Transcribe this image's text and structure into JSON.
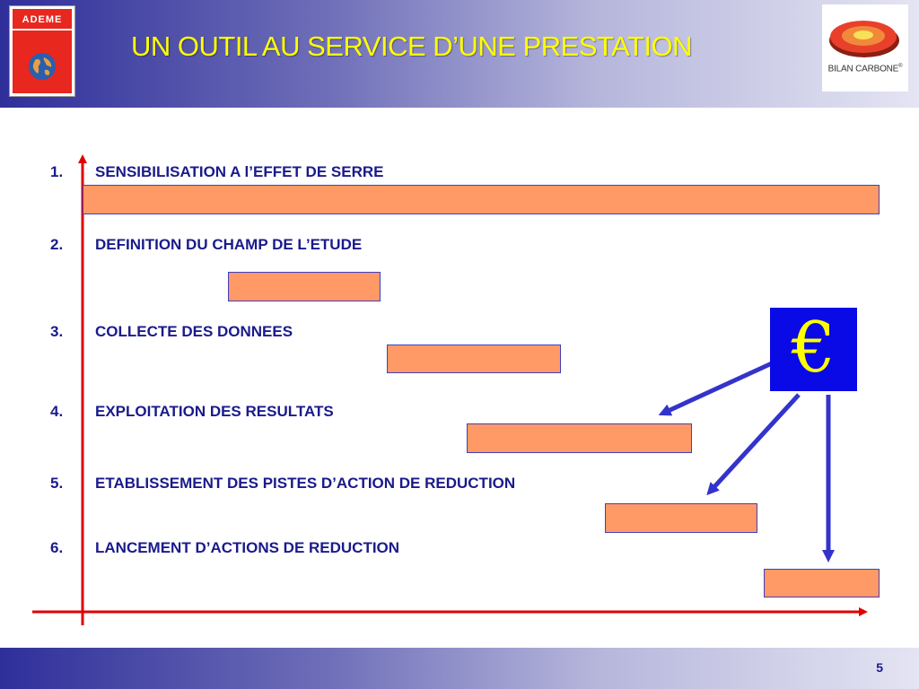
{
  "header": {
    "title": "UN OUTIL AU SERVICE D’UNE PRESTATION",
    "left_logo": {
      "text": "ADEME",
      "icon": "globe-icon"
    },
    "right_logo": {
      "text": "BILAN CARBONE",
      "mark": "®"
    }
  },
  "steps": [
    {
      "number": "1.",
      "label": "SENSIBILISATION A l’EFFET DE SERRE"
    },
    {
      "number": "2.",
      "label": "DEFINITION DU CHAMP DE L’ETUDE"
    },
    {
      "number": "3.",
      "label": "COLLECTE DES DONNEES"
    },
    {
      "number": "4.",
      "label": "EXPLOITATION DES RESULTATS"
    },
    {
      "number": "5.",
      "label": "ETABLISSEMENT DES PISTES D’ACTION DE REDUCTION"
    },
    {
      "number": "6.",
      "label": "LANCEMENT D’ACTIONS DE REDUCTION"
    }
  ],
  "euro": {
    "symbol": "€"
  },
  "footer": {
    "page_number": "5"
  },
  "colors": {
    "title": "#ffff00",
    "text": "#1a1a8c",
    "bar_fill": "#ff9966",
    "bar_border": "#4040c0",
    "axis": "#e00000",
    "arrow": "#3333cc",
    "euro_bg": "#0a0ae6"
  }
}
